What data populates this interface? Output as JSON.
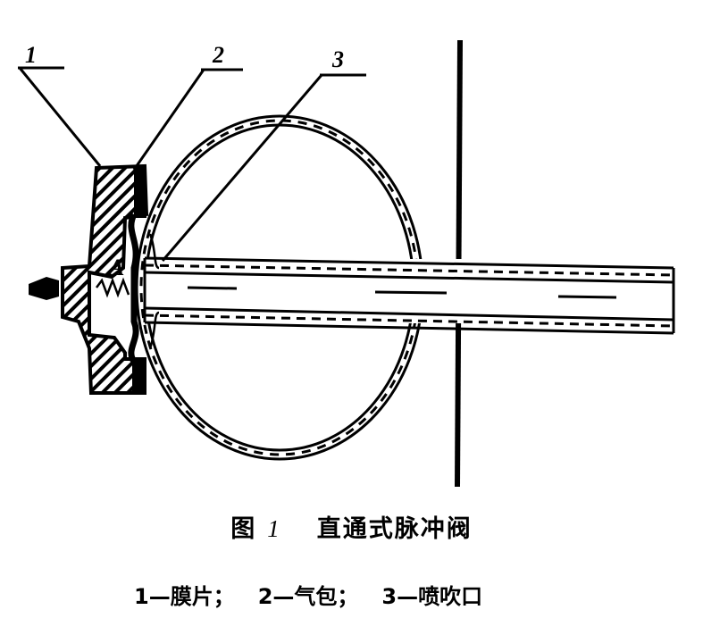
{
  "diagram": {
    "labels": [
      "1",
      "2",
      "3"
    ],
    "inner_label": "A"
  },
  "caption": {
    "prefix": "图",
    "number": "1",
    "title": "直通式脉冲阀"
  },
  "legend": [
    "1—膜片；",
    "2—气包；",
    "3—喷吹口"
  ]
}
